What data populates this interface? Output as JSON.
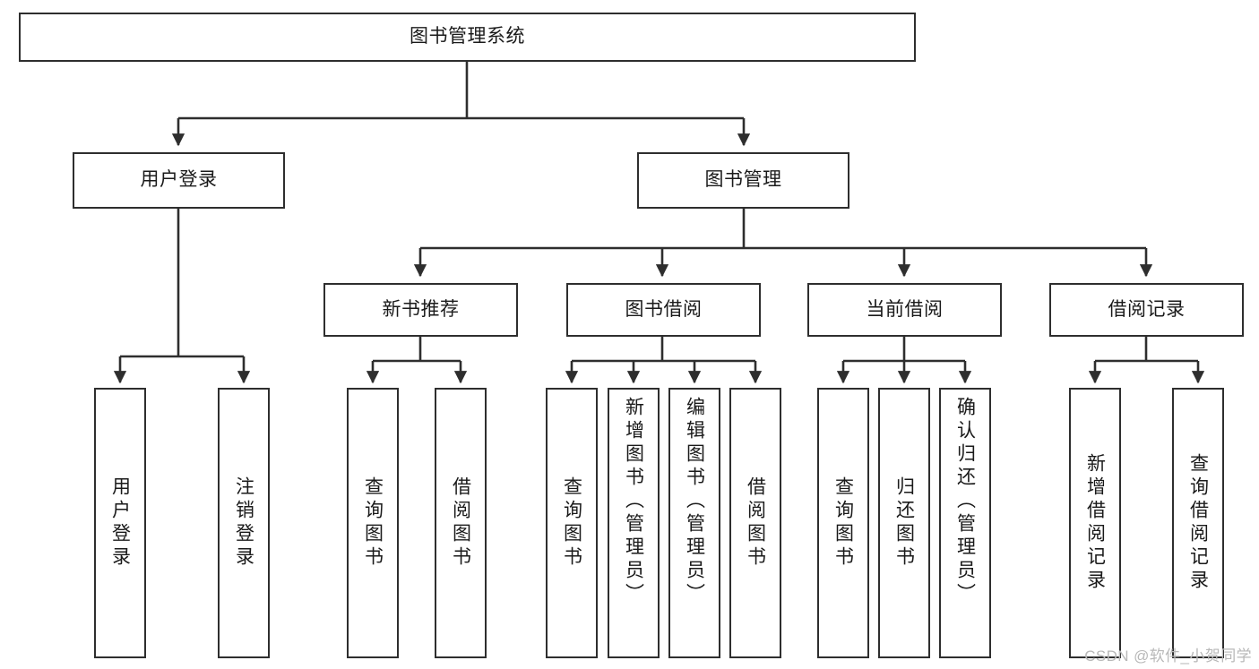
{
  "diagram": {
    "title": "图书管理系统",
    "type": "tree-hierarchy",
    "root": {
      "label": "图书管理系统"
    },
    "level2": [
      {
        "label": "用户登录"
      },
      {
        "label": "图书管理"
      }
    ],
    "level3": [
      {
        "label": "新书推荐"
      },
      {
        "label": "图书借阅"
      },
      {
        "label": "当前借阅"
      },
      {
        "label": "借阅记录"
      }
    ],
    "leaves": {
      "user_login": [
        {
          "label": "用户登录"
        },
        {
          "label": "注销登录"
        }
      ],
      "new_book_recommend": [
        {
          "label": "查询图书"
        },
        {
          "label": "借阅图书"
        }
      ],
      "book_borrow": [
        {
          "label": "查询图书"
        },
        {
          "label": "新增图书（管理员）"
        },
        {
          "label": "编辑图书（管理员）"
        },
        {
          "label": "借阅图书"
        }
      ],
      "current_borrow": [
        {
          "label": "查询图书"
        },
        {
          "label": "归还图书"
        },
        {
          "label": "确认归还（管理员）"
        }
      ],
      "borrow_record": [
        {
          "label": "新增借阅记录"
        },
        {
          "label": "查询借阅记录"
        }
      ]
    }
  },
  "watermark": {
    "text": "CSDN @软件_小贺同学"
  },
  "colors": {
    "stroke": "#2e2e2e",
    "fill": "#ffffff",
    "text": "#1a1a1a",
    "watermark": "#b8b8b8"
  }
}
